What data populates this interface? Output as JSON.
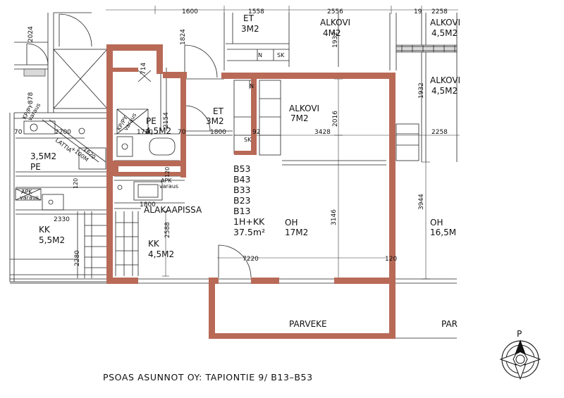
{
  "rooms": {
    "alkovi_main": {
      "name": "ALKOVI",
      "area": "7M2"
    },
    "alkovi_top": {
      "name": "ALKOVI",
      "area": "4M2"
    },
    "alkovi_right1": {
      "name": "ALKOVI",
      "area": "4,5M2"
    },
    "alkovi_right2": {
      "name": "ALKOVI",
      "area": "4,5M2"
    },
    "et": {
      "name": "ET",
      "area": "3M2"
    },
    "et_small": {
      "name": "ET",
      "area": "3M2"
    },
    "pe_main": {
      "name": "PE",
      "area": "4,5M2"
    },
    "pe_left": {
      "name": "PE",
      "area": "3,5M2"
    },
    "kk_main": {
      "name": "KK",
      "area": "4,5M2"
    },
    "kk_left": {
      "name": "KK",
      "area": "5,5M2"
    },
    "oh_main": {
      "name": "OH",
      "area": "17M2"
    },
    "oh_right": {
      "name": "OH",
      "area": "16,5M"
    },
    "parveke": "PARVEKE",
    "parveke_right": "PAR",
    "alakaapissa": "ALAKAAPISSA"
  },
  "apartment_codes": [
    "B53",
    "B43",
    "B33",
    "B23",
    "B13"
  ],
  "apartment_type": "1H+KK",
  "apartment_area": "37.5m²",
  "dimensions": {
    "d1600": "1600",
    "d1558": "1558",
    "d2556": "2556",
    "d2258_top": "2258",
    "d2024": "2024",
    "d1824": "1824",
    "d714": "714",
    "d878": "878",
    "d1932_top": "1932",
    "d1932": "1932",
    "d2016": "2016",
    "d2154": "2154",
    "d1800_et": "1800",
    "d3428": "3428",
    "d2258": "2258",
    "d2200": "2200",
    "d1720": "1720",
    "d70_a": "70",
    "d70_b": "70",
    "d92": "92",
    "d1620": "1620",
    "d120_a": "120",
    "d120_b": "120",
    "d1800_kk": "1800",
    "d2330": "2330",
    "d2588": "2588",
    "d2280": "2280",
    "d3146": "3146",
    "d3944": "3944",
    "d7220": "7220",
    "d19": "19",
    "d120_c": "120"
  },
  "fixtures": {
    "n1": "N",
    "sk1": "SK",
    "n2": "N",
    "sk2": "SK",
    "kp_py": "KP/PY",
    "varaus1": "varaus",
    "kp_py2": "KP/PY",
    "varaus2": "varaus",
    "apk1": "APK",
    "varaus3": "varaus",
    "apk2": "APK",
    "varaus4": "varaus",
    "lattia": "LATTIA",
    "plus100": "+100M"
  },
  "compass_label": "P",
  "caption": "PSOAS ASUNNOT OY: TAPIONTIE 9/ B13–B53"
}
